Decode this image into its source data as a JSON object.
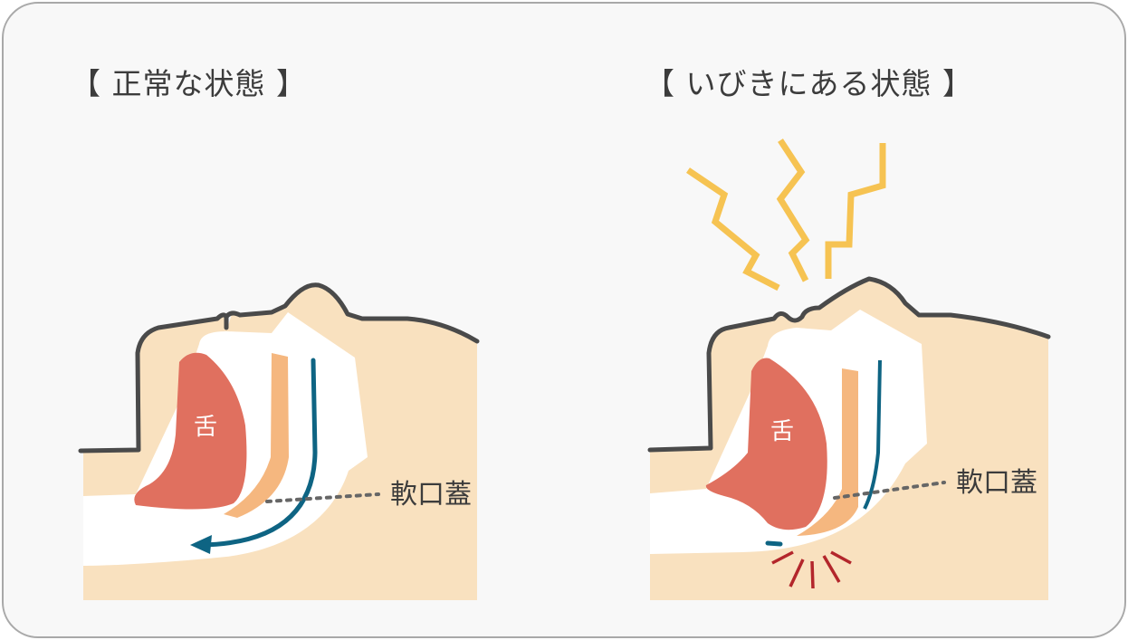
{
  "normal": {
    "title": "【 正常な状態 】",
    "tongue_label": "舌",
    "palate_label": "軟口蓋"
  },
  "snoring": {
    "title": "【 いびきにある状態 】",
    "tongue_label": "舌",
    "palate_label": "軟口蓋"
  },
  "colors": {
    "skin": "#f9e1bf",
    "tongue": "#e0705f",
    "palate": "#f5b77f",
    "airflow": "#0e6483",
    "outline": "#4a4a4a",
    "sound": "#f6c352",
    "vibration": "#b3262b"
  }
}
